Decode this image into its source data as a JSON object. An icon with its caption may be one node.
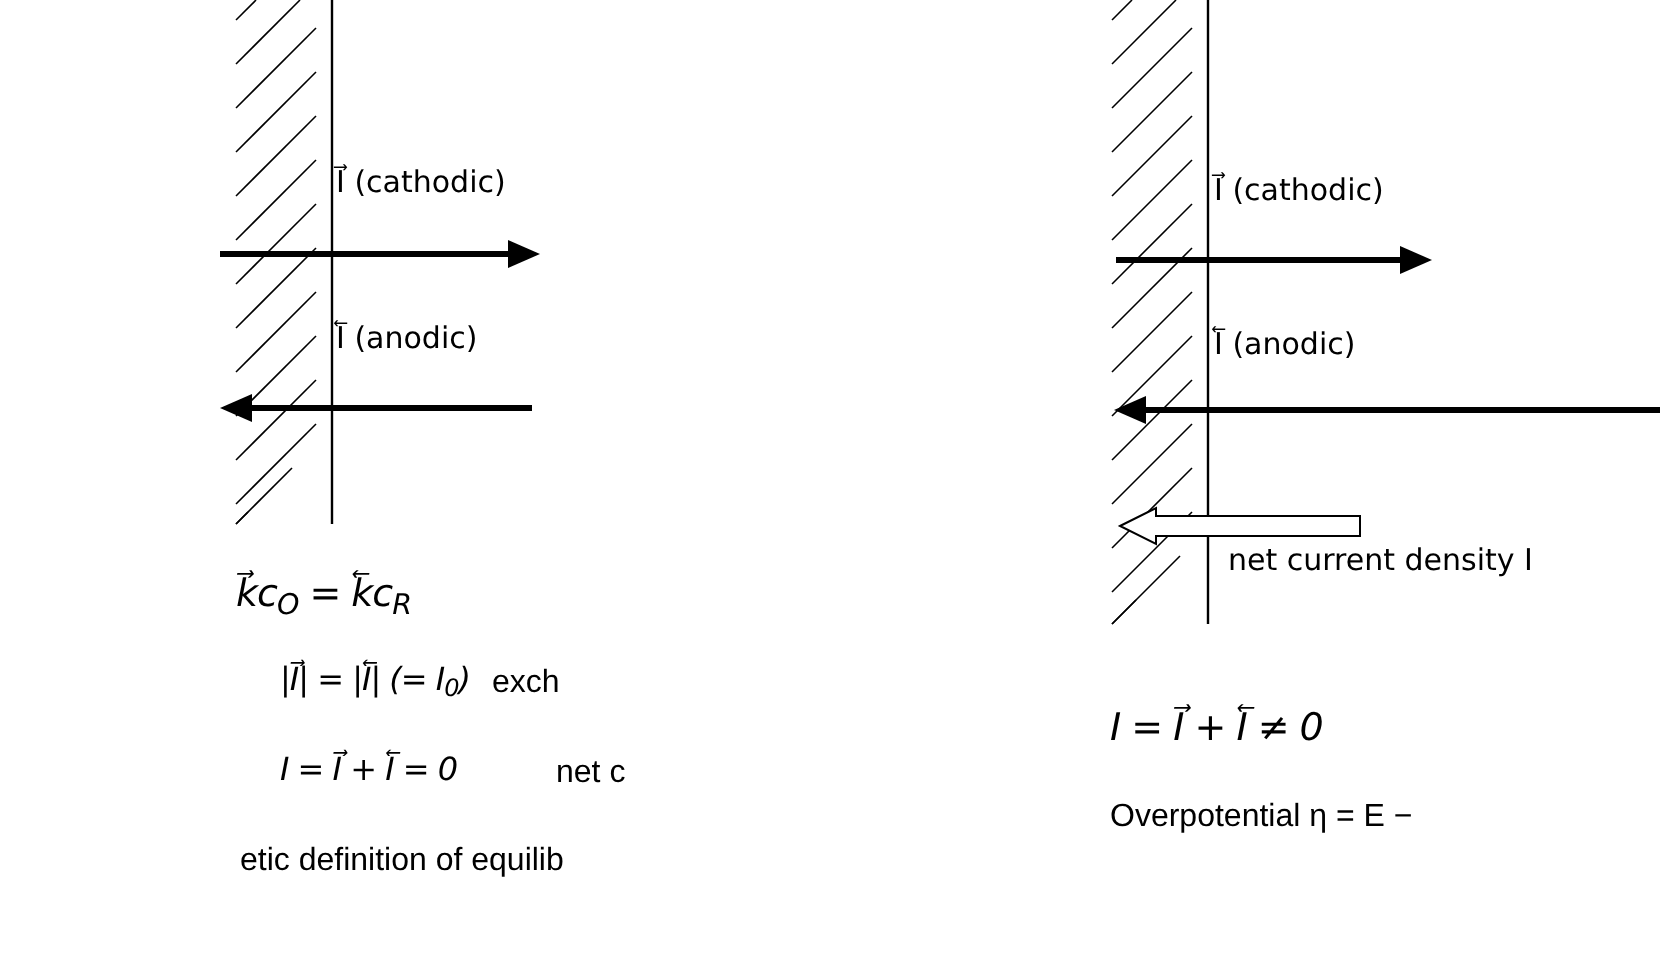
{
  "diagram": {
    "labels": [
      "I⃗ (cathodic)",
      "I⃖ (anodic)",
      "k⃗c$_{O}$ = k⃖c$_{R}$",
      "|I⃗| = |I⃖| (= I$_{0}$)",
      "exch",
      "I = I⃗ + I⃖ = 0",
      "net c",
      "etic definition of equilib",
      "I⃗ (cathodic)",
      "I⃖ (anodic)",
      "net current density I",
      "I = I⃗ + I⃖ ≠ 0",
      "Overpotential η = E −"
    ]
  }
}
